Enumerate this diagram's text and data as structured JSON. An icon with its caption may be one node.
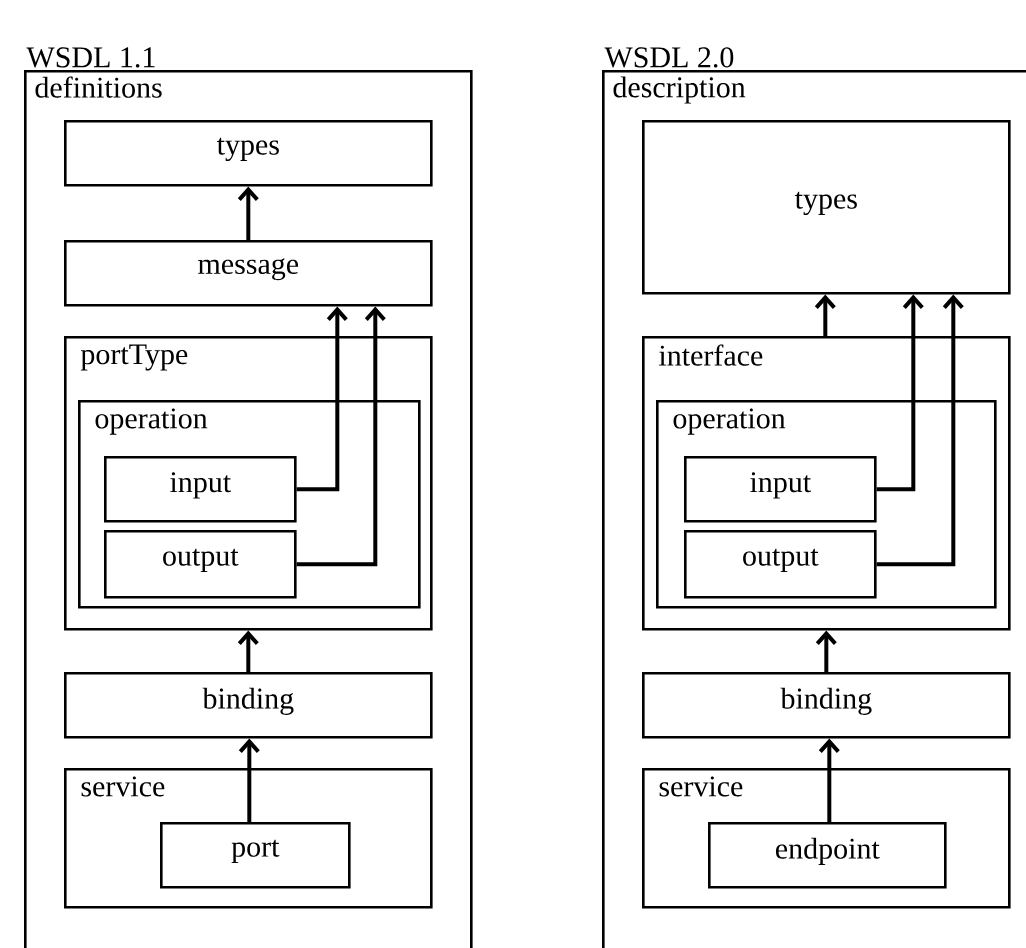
{
  "diagram": {
    "nodes": [
      {
        "text": [
          "WSDL 1.1",
          "definitions"
        ]
      },
      {
        "text": [
          "types"
        ],
        "in": 0
      },
      {
        "text": [
          "message"
        ],
        "in": 0
      },
      {
        "text": [
          "portType"
        ],
        "in": 0
      },
      {
        "text": [
          "operation"
        ],
        "in": 3
      },
      {
        "text": [
          "input"
        ],
        "in": 4
      },
      {
        "text": [
          "output"
        ],
        "in": 4
      },
      {
        "text": [
          "binding"
        ],
        "in": 0
      },
      {
        "text": [
          "service"
        ],
        "in": 0
      },
      {
        "text": [
          "port"
        ],
        "in": 8
      },
      {
        "text": [
          "WSDL 2.0",
          "description"
        ]
      },
      {
        "text": [
          "types"
        ],
        "in": 10
      },
      {
        "text": [
          "interface"
        ],
        "in": 10
      },
      {
        "text": [
          "operation"
        ],
        "in": 12
      },
      {
        "text": [
          "input"
        ],
        "in": 13
      },
      {
        "text": [
          "output"
        ],
        "in": 13
      },
      {
        "text": [
          "binding"
        ],
        "in": 10
      },
      {
        "text": [
          "service"
        ],
        "in": 10
      },
      {
        "text": [
          "endpoint"
        ],
        "in": 17
      }
    ],
    "edges": [
      {
        "from": 2,
        "to": 1,
        "arrow": "to"
      },
      {
        "from": 5,
        "to": 2,
        "arrow": "to"
      },
      {
        "from": 6,
        "to": 2,
        "arrow": "to"
      },
      {
        "from": 7,
        "to": 3,
        "arrow": "to"
      },
      {
        "from": 9,
        "to": 7,
        "arrow": "to"
      },
      {
        "from": 12,
        "to": 11,
        "arrow": "to"
      },
      {
        "from": 14,
        "to": 11,
        "arrow": "to"
      },
      {
        "from": 15,
        "to": 11,
        "arrow": "to"
      },
      {
        "from": 16,
        "to": 12,
        "arrow": "to"
      },
      {
        "from": 18,
        "to": 16,
        "arrow": "to"
      }
    ]
  }
}
